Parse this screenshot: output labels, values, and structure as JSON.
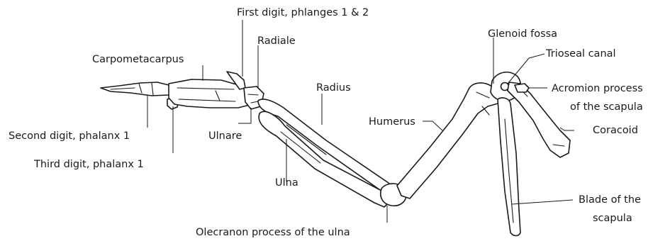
{
  "labels": {
    "first_digit": "First digit, phlanges 1 & 2",
    "glenoid_fossa": "Glenoid fossa",
    "radiale": "Radiale",
    "trioseal_canal": "Trioseal canal",
    "carpometacarpus": "Carpometacarpus",
    "radius": "Radius",
    "acromion_line1": "Acromion process",
    "acromion_line2": "of the scapula",
    "humerus": "Humerus",
    "coracoid": "Coracoid",
    "second_digit": "Second digit, phalanx 1",
    "ulnare": "Ulnare",
    "third_digit": "Third digit, phalanx 1",
    "ulna": "Ulna",
    "blade_line1": "Blade of the",
    "blade_line2": "scapula",
    "olecranon": "Olecranon process of the ulna"
  }
}
